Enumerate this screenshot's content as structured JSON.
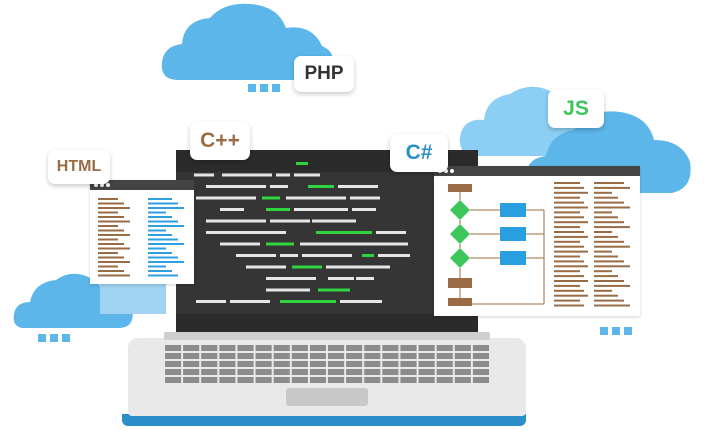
{
  "tags": {
    "php": "PHP",
    "cpp": "C++",
    "html": "HTML",
    "csharp": "C#",
    "js": "JS"
  },
  "colors": {
    "cloud": "#5cb6ea",
    "cloud_light": "#8ccff4",
    "screen": "#353535",
    "code_line": "#e6e6e6",
    "code_green": "#2fd43f",
    "html_brown": "#9a6c45",
    "html_blue": "#2f9fe0",
    "flow_green": "#3ec65b",
    "flow_blue": "#2a9fe0",
    "flow_brown": "#9a6c45",
    "laptop_body": "#e9e9e9",
    "laptop_base": "#2a8ec9",
    "php_text": "#333333",
    "cpp_text": "#9a6c45",
    "html_text": "#9a6c45",
    "csharp_text": "#2a8ec9",
    "js_text": "#3ec65b"
  },
  "icons": {
    "cloud": "cloud-icon",
    "window_dots": "window-dots-icon",
    "flow_arrow": "arrow-icon"
  }
}
